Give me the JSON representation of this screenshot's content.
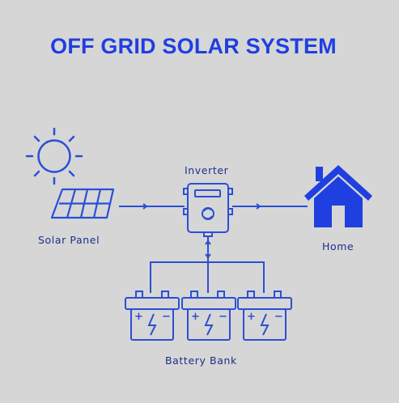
{
  "title": "OFF GRID SOLAR SYSTEM",
  "labels": {
    "solar_panel": "Solar Panel",
    "inverter": "Inverter",
    "home": "Home",
    "battery_bank": "Battery Bank"
  },
  "battery": {
    "plus": "+",
    "minus": "−"
  },
  "colors": {
    "background": "#d6d6d6",
    "title": "#1f3fe0",
    "line": "#2a4fd6",
    "label": "#1d2f8a",
    "home_fill": "#1f3fe0"
  },
  "icons": [
    "sun-icon",
    "solar-panel-icon",
    "inverter-icon",
    "home-icon",
    "battery-icon"
  ]
}
